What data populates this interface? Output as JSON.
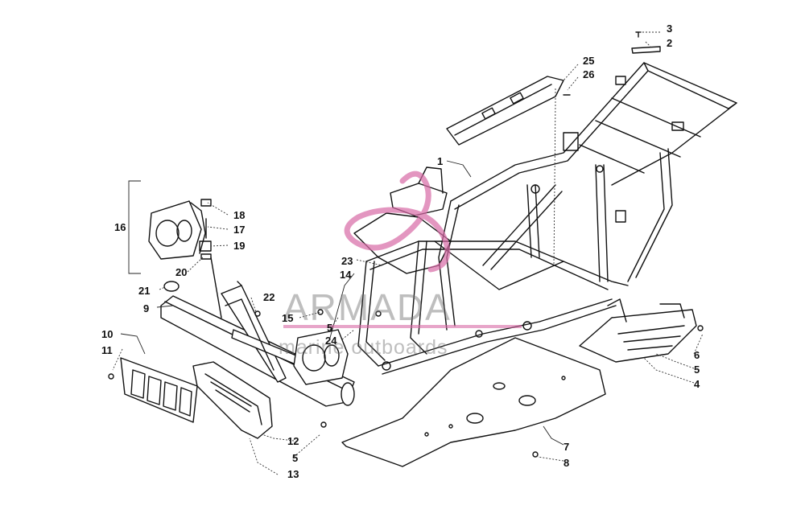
{
  "watermark": {
    "name": "ARMADA",
    "tagline": "marine outboards",
    "accent_color": "#d769a5"
  },
  "callouts": [
    {
      "id": "c1",
      "label": "1"
    },
    {
      "id": "c2",
      "label": "2"
    },
    {
      "id": "c3",
      "label": "3"
    },
    {
      "id": "c4",
      "label": "4"
    },
    {
      "id": "c5a",
      "label": "5"
    },
    {
      "id": "c5b",
      "label": "5"
    },
    {
      "id": "c5c",
      "label": "5"
    },
    {
      "id": "c6",
      "label": "6"
    },
    {
      "id": "c7",
      "label": "7"
    },
    {
      "id": "c8",
      "label": "8"
    },
    {
      "id": "c9",
      "label": "9"
    },
    {
      "id": "c10",
      "label": "10"
    },
    {
      "id": "c11",
      "label": "11"
    },
    {
      "id": "c12",
      "label": "12"
    },
    {
      "id": "c13",
      "label": "13"
    },
    {
      "id": "c14",
      "label": "14"
    },
    {
      "id": "c15",
      "label": "15"
    },
    {
      "id": "c16",
      "label": "16"
    },
    {
      "id": "c17",
      "label": "17"
    },
    {
      "id": "c18",
      "label": "18"
    },
    {
      "id": "c19",
      "label": "19"
    },
    {
      "id": "c20",
      "label": "20"
    },
    {
      "id": "c21",
      "label": "21"
    },
    {
      "id": "c22",
      "label": "22"
    },
    {
      "id": "c23",
      "label": "23"
    },
    {
      "id": "c24",
      "label": "24"
    },
    {
      "id": "c25",
      "label": "25"
    },
    {
      "id": "c26",
      "label": "26"
    }
  ]
}
